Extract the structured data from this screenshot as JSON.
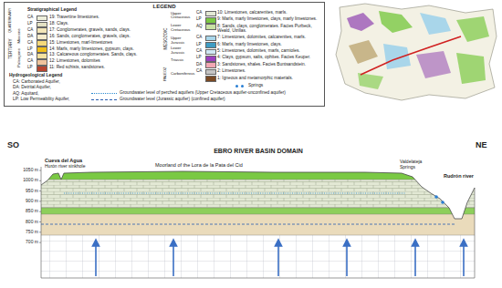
{
  "diagram": {
    "title": "EBRO RIVER BASIN DOMAIN",
    "nodes": [
      {
        "text": [
          "LEGEND"
        ]
      }
    ],
    "labels": [
      "QUATERNARY",
      "TERTIARY",
      "Miocene",
      "Paleogene",
      "Stratigraphical Legend",
      "CA",
      "LP",
      "CA",
      "DA",
      "CA",
      "LP",
      "DA",
      "CA",
      "LP",
      "MESOZOIC",
      "Upper Cretaceous",
      "Lower Cretaceous",
      "Upper Jurassic",
      "Lower Jurassic",
      "Triassic",
      "PALEOZ",
      "Carboniferous",
      "CA",
      "LP",
      "AQ",
      "CA",
      "LP",
      "CA",
      "LP",
      "DA",
      "CA",
      "Hydrogeological Legend",
      "CA: Carbonated Aquifer,",
      "DA: Detrital Aquifer,",
      "AQ: Aquitard,",
      "LP: Low Permeability Aquifer,",
      "SO",
      "NE",
      "Cueva del Agua",
      "Hurón river sinkhole",
      "Moorland of the Lora de la Pata del Cid",
      "Valdelateja Springs",
      "Rudrón river",
      "1050 m",
      "1000 m",
      "950 m",
      "900 m",
      "850 m",
      "800 m",
      "750 m",
      "700 m"
    ],
    "legend": [
      {
        "text": "19: Travertine limestones.",
        "color": "#eef0dc"
      },
      {
        "text": "18: Clays.",
        "color": "#e4e2c4"
      },
      {
        "text": "17: Conglomerates, gravels, sands, clays.",
        "color": "#f3e6b8"
      },
      {
        "text": "16: Sands, conglomerates, gravels, clays.",
        "color": "#f6eccc"
      },
      {
        "text": "15: Limestones, marl-limestones",
        "color": "#f5d97a"
      },
      {
        "text": "14: Marls, marly limestones, gypsum, clays.",
        "color": "#f0bf1a"
      },
      {
        "text": "13: Calcareous conglomerates. Sands, clays.",
        "color": "#f4e2a0"
      },
      {
        "text": "12: Limestones, dolomites",
        "color": "#efc49c"
      },
      {
        "text": "11: Red schists, sandstones.",
        "color": "#b8452f"
      },
      {
        "text": "10: Limestones, calcarenites, marls.",
        "color": "#e2e8d4"
      },
      {
        "text": "9: Marls, marly limestones, clays, marly limestones.",
        "color": "#7ac943"
      },
      {
        "text": "8: Sands, clays, conglomerates. Facies Purbeck, Weald, Utrillas.",
        "color": "#c9e2a4"
      },
      {
        "text": "7: Limestones, dolomites, calcarenites, marls.",
        "color": "#a9d6ea"
      },
      {
        "text": "6: Marls, marly limestones, clays.",
        "color": "#3f9cc4"
      },
      {
        "text": "5: Limestones, dolomites, marls, carnioles.",
        "color": "#cfe8f4"
      },
      {
        "text": "4: Clays, gypsum, salts, ophites. Facies Keuper.",
        "color": "#9b3fbf"
      },
      {
        "text": "3: Sandstones, shales. Facies Buntsandstein.",
        "color": "#f2a7b4"
      },
      {
        "text": "2: Limestones.",
        "color": "#c4c4c4"
      },
      {
        "text": "1: Igneous and metamorphic materials.",
        "color": "#7a4a24"
      },
      {
        "text": "Springs"
      },
      {
        "text": "Groundwater level of perched aquifers (Upper Cretaceous aquifer-unconfined aquifer)"
      },
      {
        "text": "Groundwater level (Jurassic aquifer) (confined aquifer)"
      }
    ]
  }
}
